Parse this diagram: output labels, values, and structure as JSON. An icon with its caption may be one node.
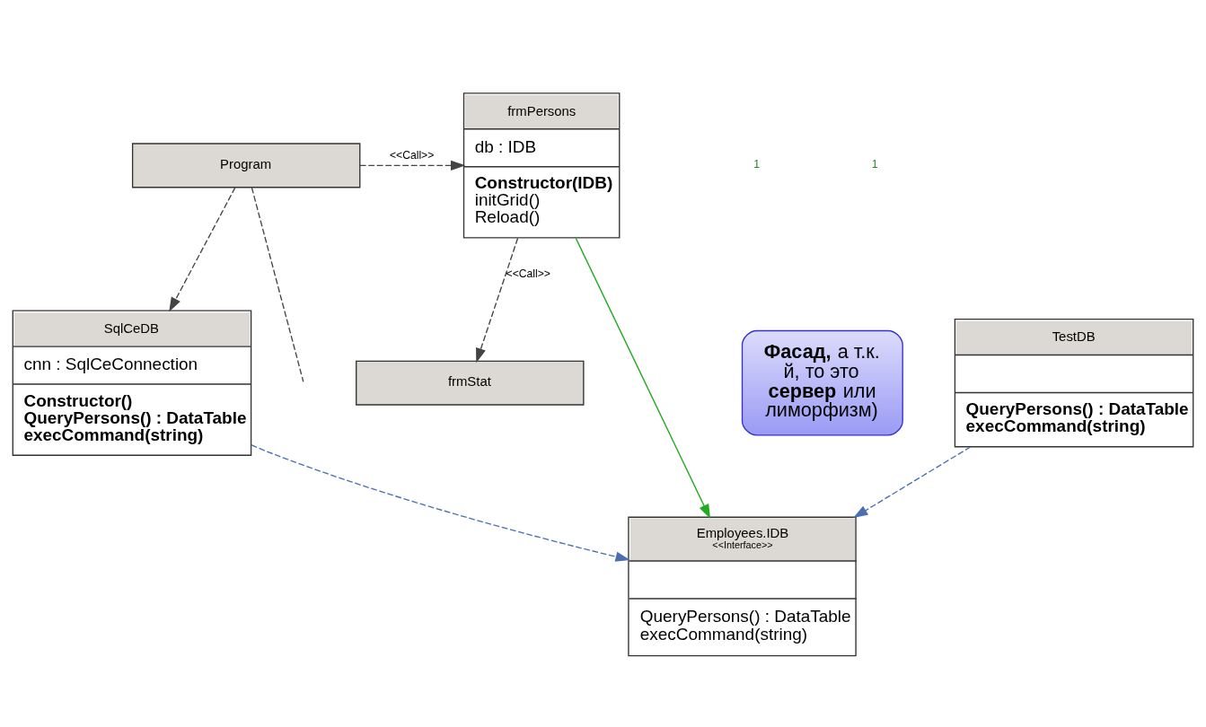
{
  "diagram": {
    "nodes": [
      {
        "text": [
          "Program"
        ]
      },
      {
        "text": [
          "frmPersons",
          "db : IDB",
          "Constructor(IDB)",
          "initGrid()",
          "Reload()"
        ]
      },
      {
        "text": [
          "frmStat"
        ]
      },
      {
        "text": [
          "**Фасад,** а т.к. й, то это **сервер** или лиморфизм)"
        ]
      },
      {
        "text": [
          "Employees.IDB",
          "<<Interface>>",
          "QueryPersons() : DataTable",
          "execCommand(string)"
        ]
      },
      {
        "text": [
          "SqlCeDB",
          "cnn : SqlCeConnection",
          "Constructor()",
          "QueryPersons() : DataTable",
          "execCommand(string)"
        ]
      },
      {
        "text": [
          "TestDB",
          "QueryPersons() : DataTable",
          "execCommand(string)"
        ]
      }
    ],
    "edges": [
      {
        "from": 0,
        "to": 1,
        "arrow": "to",
        "style": "dashed",
        "label": "<<Call>>"
      },
      {
        "from": 1,
        "to": 2,
        "arrow": "to",
        "style": "dashed",
        "label": "<<Call>>"
      },
      {
        "from": 1,
        "to": 4,
        "arrow": "to",
        "color": "#22aa22"
      },
      {
        "from": 5,
        "to": 4,
        "arrow": "to",
        "style": "dashed",
        "color": "#4a6fb0"
      },
      {
        "from": 6,
        "to": 4,
        "arrow": "to",
        "style": "dashed",
        "color": "#4a6fb0"
      },
      {
        "from": 0,
        "to": 5,
        "arrow": "to",
        "style": "dashed"
      },
      {
        "from": 0,
        "to": null,
        "arrow": "none",
        "style": "dashed"
      }
    ],
    "labels": [
      "1",
      "1"
    ]
  }
}
